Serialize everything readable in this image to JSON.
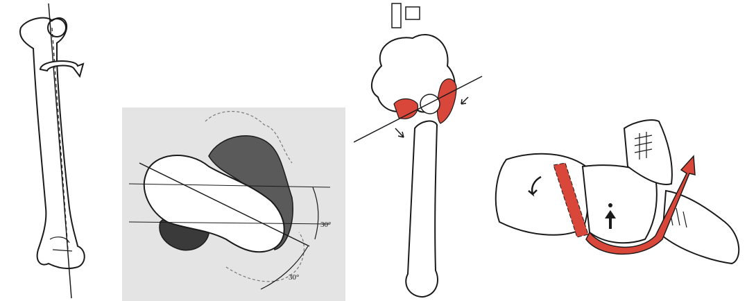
{
  "figure": {
    "panels": [
      {
        "id": "femur-rotation",
        "type": "line-drawing"
      },
      {
        "id": "transverse-section",
        "type": "line-drawing",
        "angle_labels": [
          "30°",
          "30°"
        ]
      },
      {
        "id": "pelvis-femur-frontal",
        "type": "line-drawing"
      },
      {
        "id": "pelvis-lateral",
        "type": "line-drawing"
      }
    ],
    "colors": {
      "ink": "#1a1a1a",
      "highlight": "#d9473a",
      "hatch": "#3a3a3a",
      "paper_gray": "#e4e4e4"
    }
  }
}
